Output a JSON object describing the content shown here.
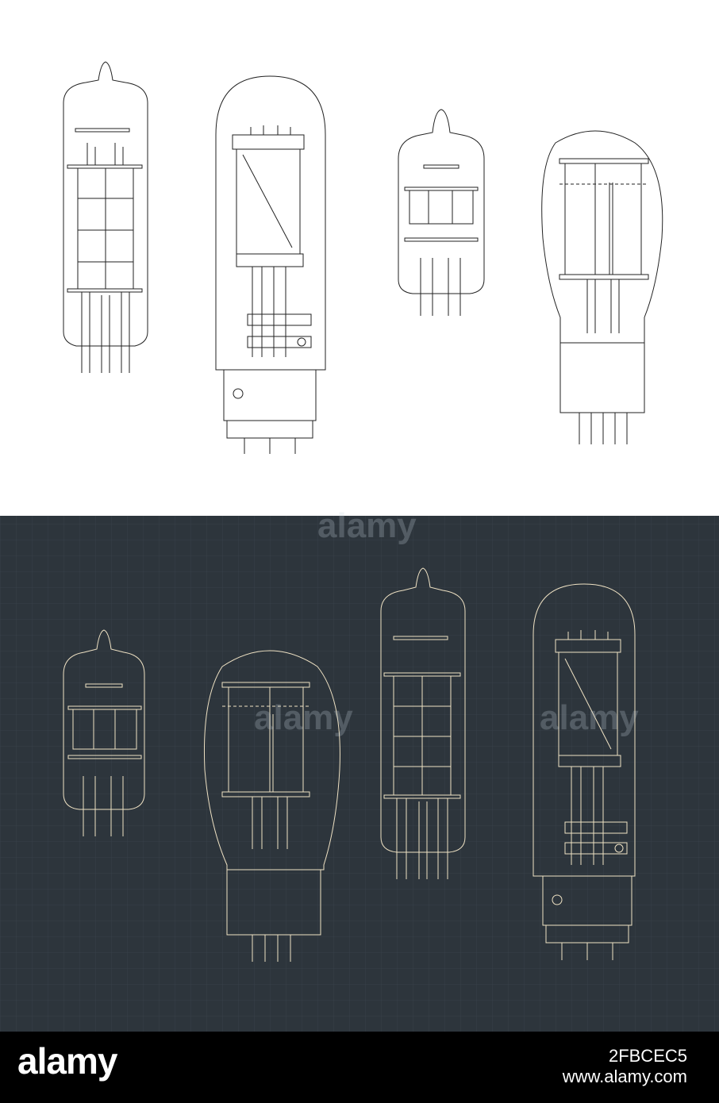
{
  "footer": {
    "brand": "alamy",
    "image_id": "2FBCEC5",
    "url": "www.alamy.com"
  },
  "watermark": "alamy",
  "colors": {
    "light_bg": "#ffffff",
    "light_stroke": "#222222",
    "dark_bg": "#2d353c",
    "dark_stroke": "#efe2c4",
    "footer_bg": "#000000"
  }
}
